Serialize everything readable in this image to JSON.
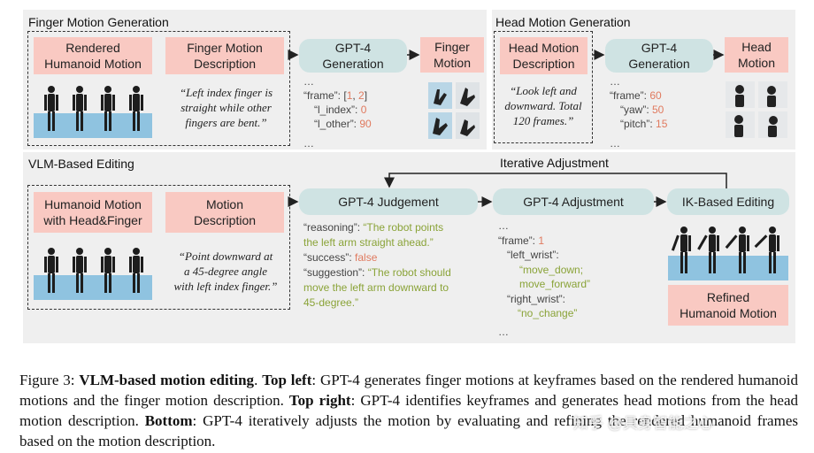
{
  "top_left": {
    "title": "Finger Motion Generation",
    "rendered_label": "Rendered\nHumanoid Motion",
    "desc_label": "Finger Motion\nDescription",
    "quote": "“Left index finger is\nstraight while other\nfingers are bent.”",
    "gpt_label": "GPT-4\nGeneration",
    "output_label": "Finger\nMotion",
    "code": {
      "ellipsis_top": "…",
      "frame_key": "“frame”: ",
      "frame_open": "[",
      "frame_a": "1",
      "frame_sep": ", ",
      "frame_b": "2",
      "frame_close": "]",
      "l_index_key": "“l_index”: ",
      "l_index_val": "0",
      "l_other_key": "“l_other”: ",
      "l_other_val": "90",
      "ellipsis_bottom": "…"
    }
  },
  "top_right": {
    "title": "Head Motion Generation",
    "desc_label": "Head Motion\nDescription",
    "quote": "“Look left and\ndownward. Total\n120 frames.”",
    "gpt_label": "GPT-4\nGeneration",
    "output_label": "Head\nMotion",
    "code": {
      "ellipsis_top": "…",
      "frame_key": "“frame”: ",
      "frame_val": "60",
      "yaw_key": "“yaw”: ",
      "yaw_val": "50",
      "pitch_key": "“pitch”: ",
      "pitch_val": "15",
      "ellipsis_bottom": "…"
    }
  },
  "bottom": {
    "title": "VLM-Based Editing",
    "iterative_label": "Iterative Adjustment",
    "humanoid_label": "Humanoid Motion\nwith Head&Finger",
    "desc_label": "Motion\nDescription",
    "quote": "“Point downward at\na 45-degree angle\nwith left index finger.”",
    "judgement_label": "GPT-4 Judgement",
    "adjustment_label": "GPT-4 Adjustment",
    "ik_label": "IK-Based Editing",
    "refined_label": "Refined\nHumanoid Motion",
    "judgement_code": {
      "reasoning_key": "“reasoning”: ",
      "reasoning_val_1": "“The robot points",
      "reasoning_val_2": "the left arm straight ahead.”",
      "success_key": "“success”: ",
      "success_val": "false",
      "suggestion_key": "“suggestion”: ",
      "suggestion_val_1": "“The robot should",
      "suggestion_val_2": "move the left arm downward to",
      "suggestion_val_3": "45-degree.”"
    },
    "adjustment_code": {
      "ellipsis_top": "…",
      "frame_key": "“frame”: ",
      "frame_val": "1",
      "left_wrist_key": "“left_wrist”:",
      "left_wrist_val_1": "“move_down;",
      "left_wrist_val_2": "move_forward”",
      "right_wrist_key": "“right_wrist”:",
      "right_wrist_val": "“no_change”",
      "ellipsis_bottom": "…"
    }
  },
  "caption": {
    "fig": "Figure 3: ",
    "bold_title": "VLM-based motion editing",
    "p1": ". ",
    "tl_label": "Top left",
    "p2": ": GPT-4 generates finger motions at keyframes based on the rendered humanoid motions and the finger motion description. ",
    "tr_label": "Top right",
    "p3": ": GPT-4 identifies keyframes and generates head motions from the head motion description. ",
    "b_label": "Bottom",
    "p4": ": GPT-4 iteratively adjusts the motion by evaluating and refining the rendered humanoid frames based on the motion description."
  },
  "watermark": "知乎 @具身智能之心",
  "colors": {
    "pink": "#f9c9c2",
    "teal": "#cfe3e3",
    "panel": "#efefef",
    "number": "#e07a5f",
    "string": "#8aa338",
    "floor": "#8fc3e0"
  }
}
